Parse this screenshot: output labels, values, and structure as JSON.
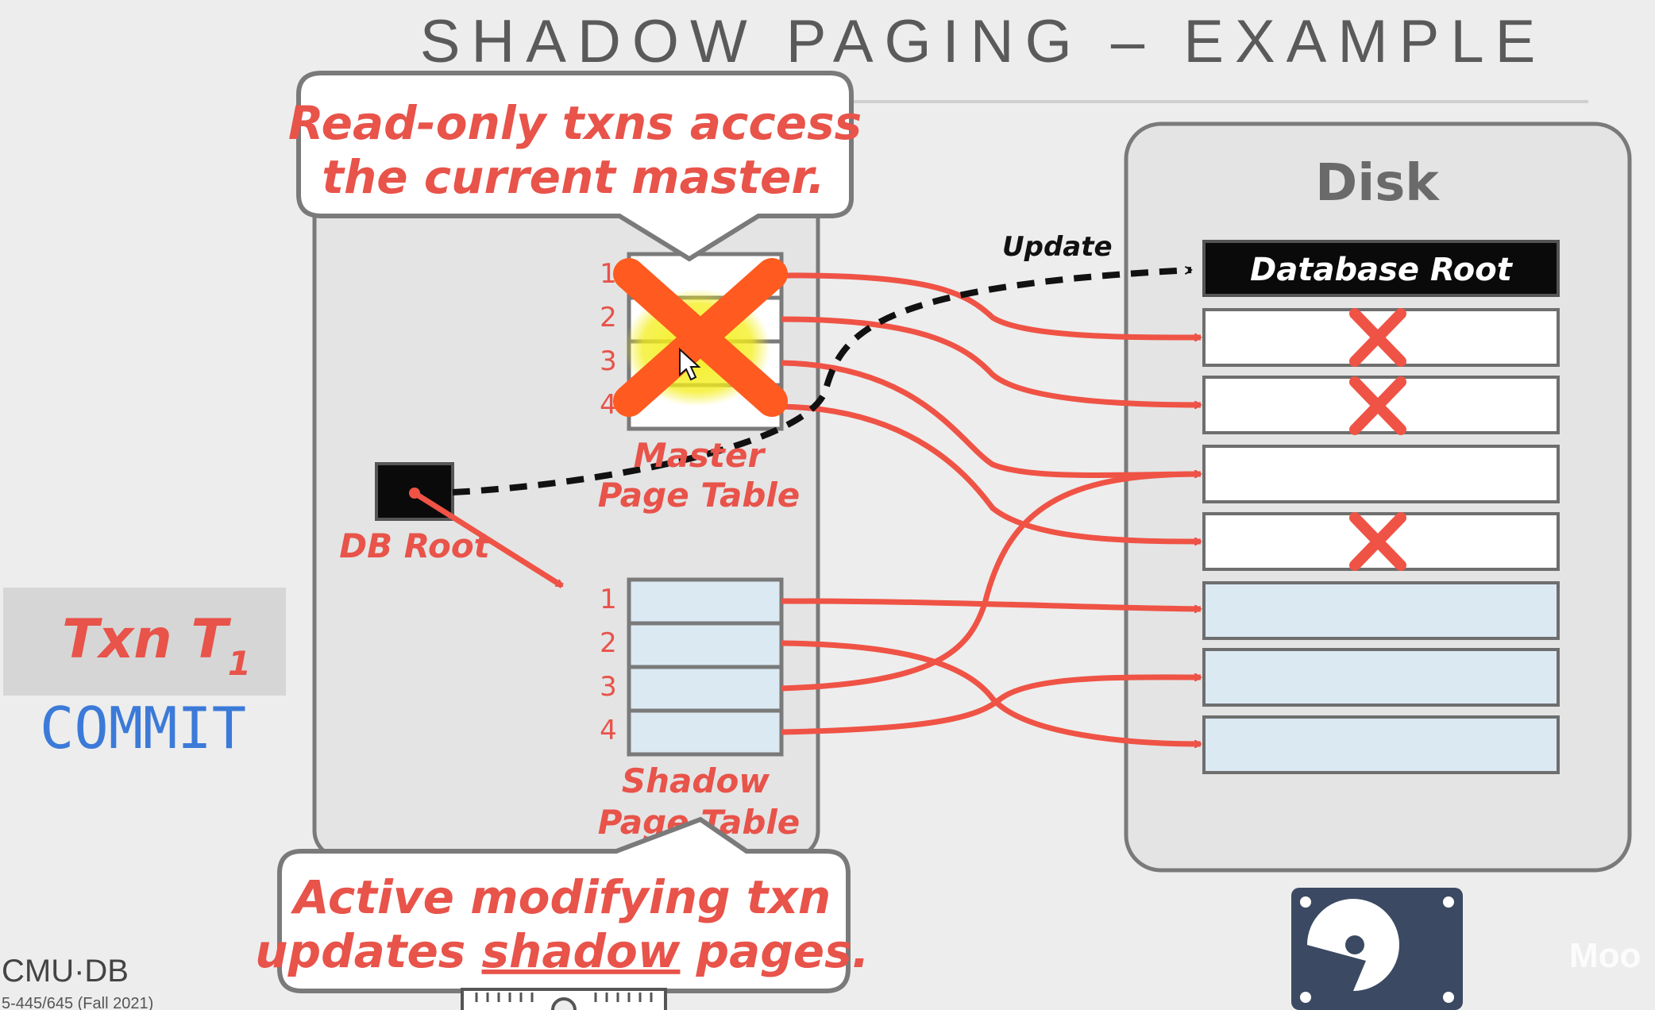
{
  "slide": {
    "title": "SHADOW PAGING – EXAMPLE",
    "callout_top": [
      "Read-only txns access",
      "the current master."
    ],
    "callout_bottom_line1": "Active modifying txn",
    "callout_bottom_line2_pre": "updates ",
    "callout_bottom_line2_underlined": "shadow",
    "callout_bottom_line2_post": " pages.",
    "master_label": [
      "Master",
      "Page Table"
    ],
    "shadow_label": [
      "Shadow",
      "Page Table"
    ],
    "db_root_label": "DB Root",
    "row_numbers": [
      "1",
      "2",
      "3",
      "4"
    ],
    "disk_title": "Disk",
    "database_root_label": "Database Root",
    "update_label": "Update",
    "txn_label": "Txn T",
    "txn_subscript": "1",
    "commit_label": "COMMIT",
    "logo": "CMU·DB",
    "course": "5-445/645 (Fall 2021)",
    "watermark": "Moo"
  },
  "colors": {
    "accent_red": "#e8534a",
    "blue_commit": "#3b7ad8",
    "light_blue_page": "#dbe9f3",
    "panel_border": "#707070"
  },
  "disk_pages": [
    {
      "fill": "white",
      "crossed": true
    },
    {
      "fill": "white",
      "crossed": true
    },
    {
      "fill": "white",
      "crossed": false
    },
    {
      "fill": "white",
      "crossed": true
    },
    {
      "fill": "blue",
      "crossed": false
    },
    {
      "fill": "blue",
      "crossed": false
    },
    {
      "fill": "blue",
      "crossed": false
    }
  ],
  "master_table_crossed": true
}
